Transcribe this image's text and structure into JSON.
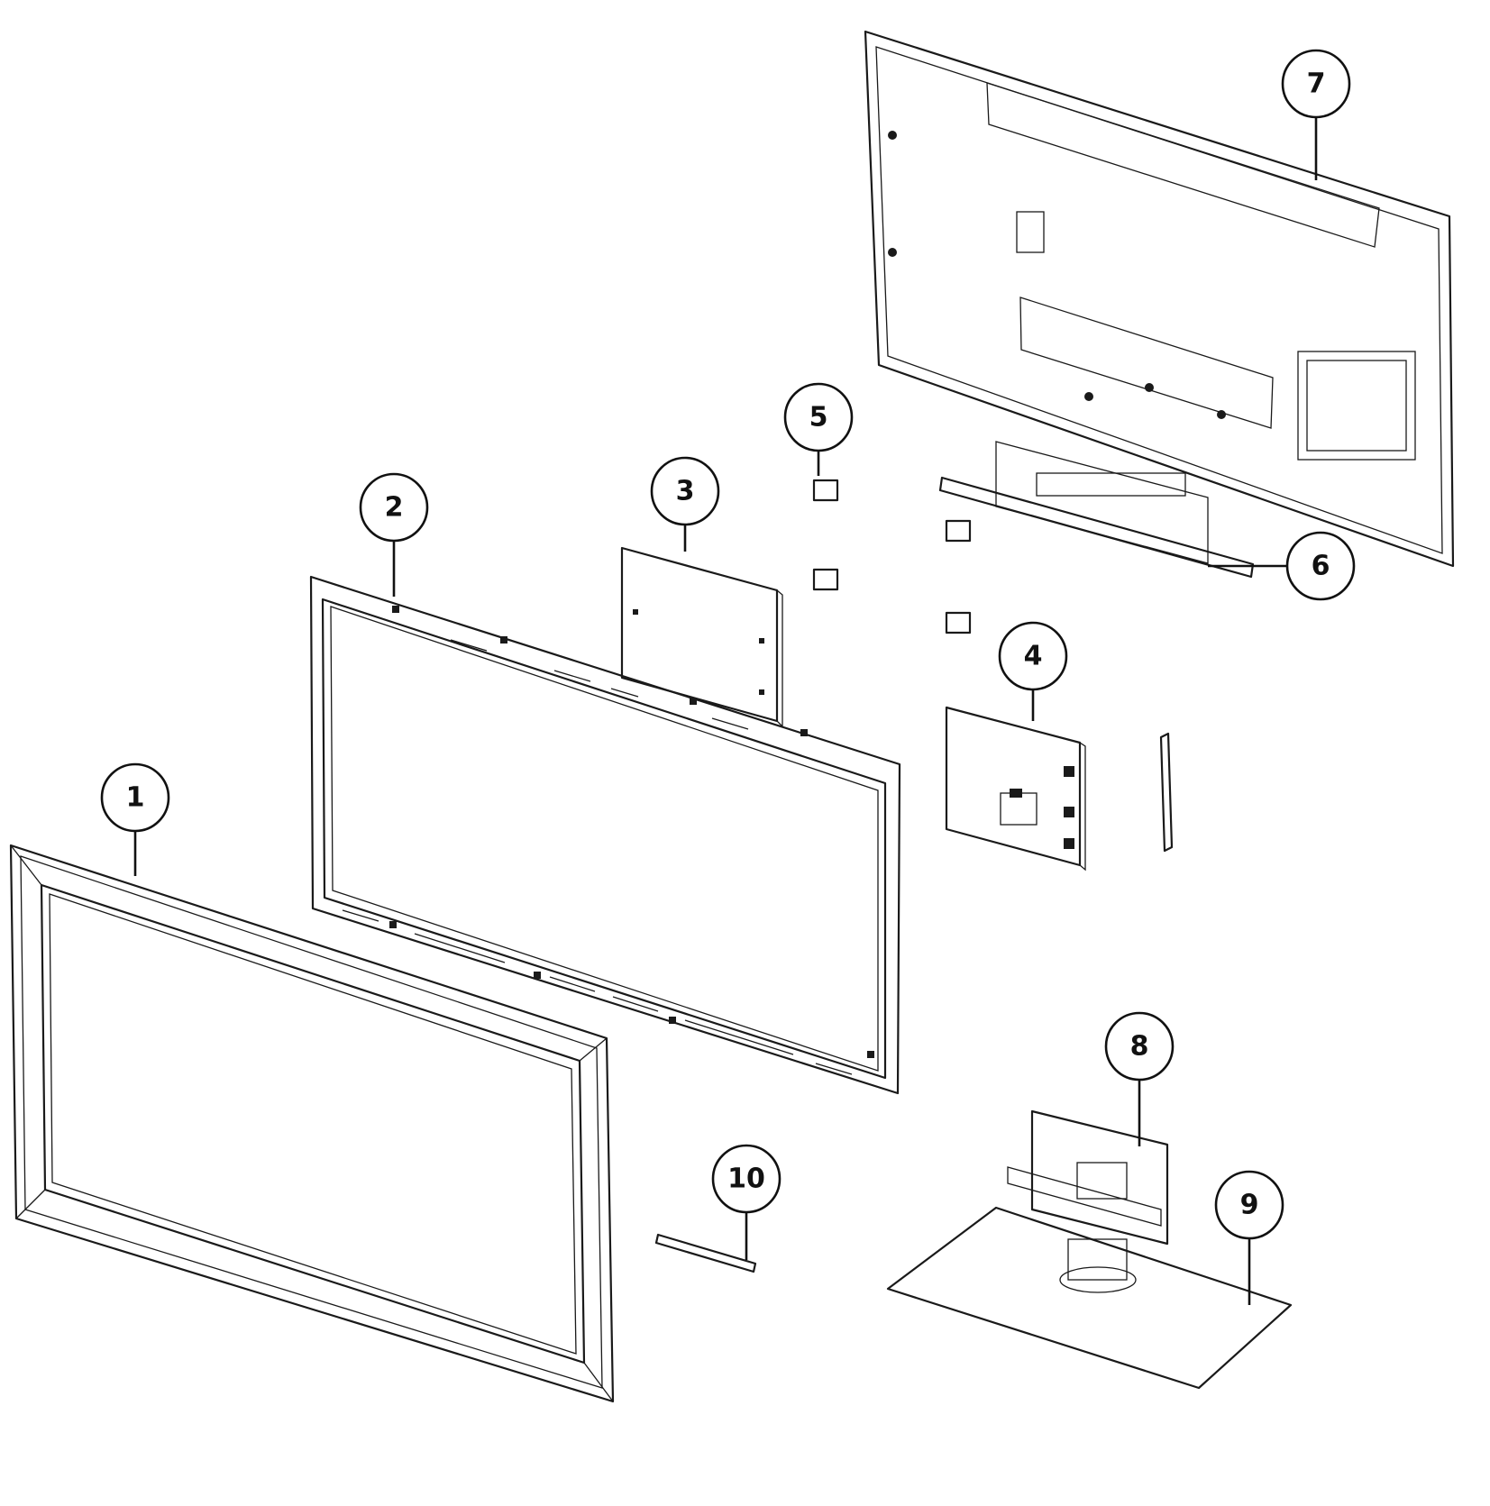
{
  "colors": {
    "line": "#1a1a1a",
    "background": "#ffffff"
  },
  "callouts": [
    "1",
    "2",
    "3",
    "4",
    "5",
    "6",
    "7",
    "8",
    "9",
    "10"
  ]
}
